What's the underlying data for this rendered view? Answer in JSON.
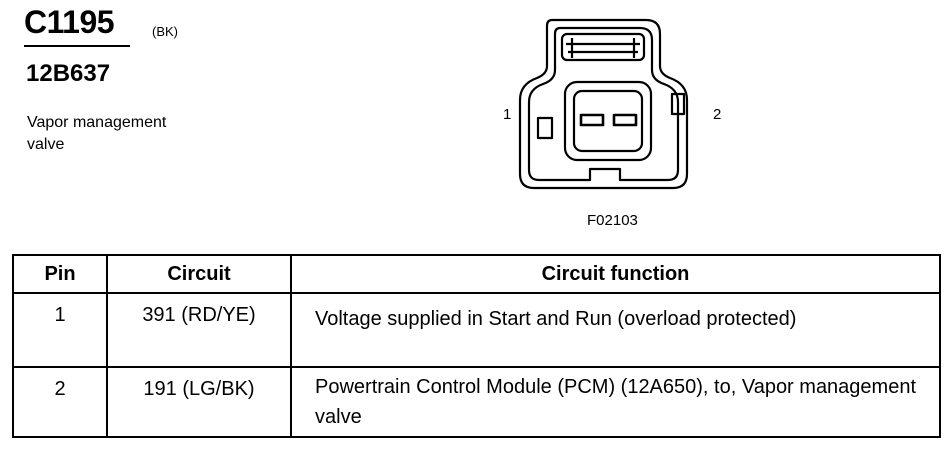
{
  "connector": {
    "id": "C1195",
    "color_code": "(BK)",
    "part_number": "12B637",
    "description": "Vapor management valve",
    "pin_labels": [
      "1",
      "2"
    ],
    "figure_code": "F02103"
  },
  "table": {
    "headers": [
      "Pin",
      "Circuit",
      "Circuit function"
    ],
    "rows": [
      {
        "pin": "1",
        "circuit": "391 (RD/YE)",
        "function": "Voltage supplied in Start and Run (overload protected)"
      },
      {
        "pin": "2",
        "circuit": "191 (LG/BK)",
        "function": "Powertrain Control Module (PCM) (12A650), to, Vapor management valve"
      }
    ]
  }
}
